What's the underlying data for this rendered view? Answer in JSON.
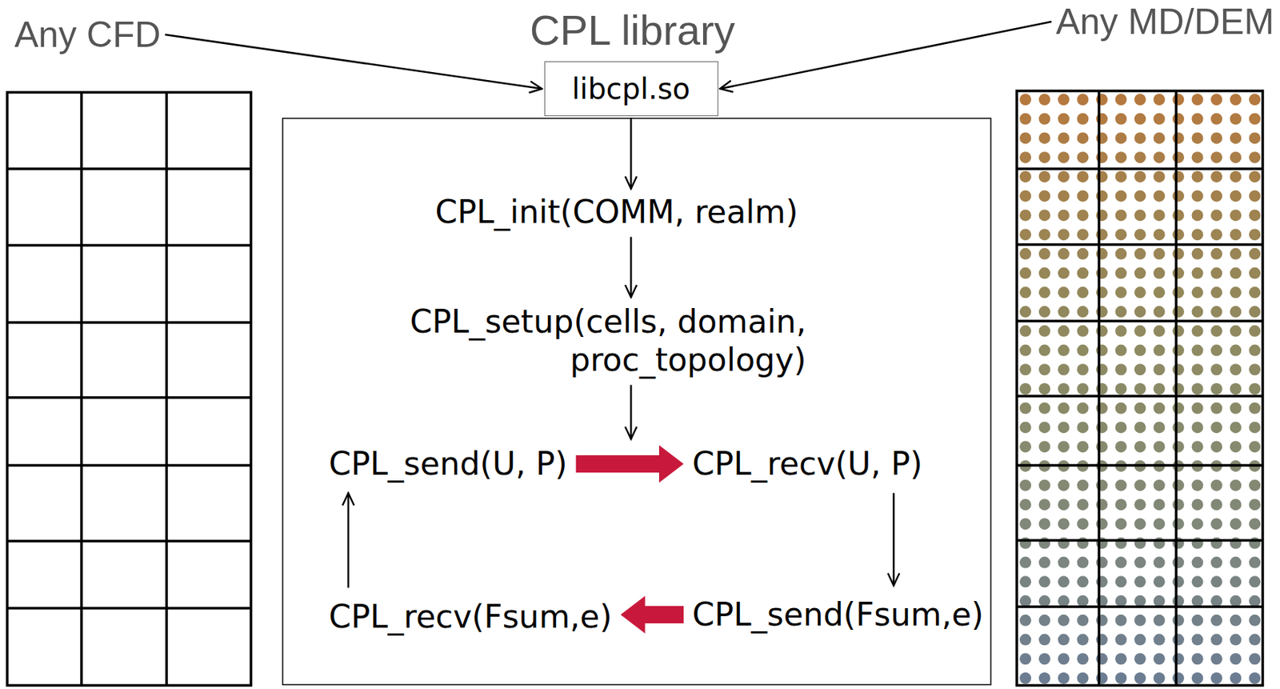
{
  "diagram": {
    "title": "CPL library",
    "nodes": [
      {
        "text": [
          "Any CFD"
        ]
      },
      {
        "text": [
          "libcpl.so"
        ]
      },
      {
        "text": [
          "Any MD/DEM"
        ]
      },
      {
        "text": [
          "CPL_init(COMM, realm)"
        ]
      },
      {
        "text": [
          "CPL_setup(cells, domain, proc_topology)"
        ]
      },
      {
        "text": [
          "CPL_send(U, P)"
        ]
      },
      {
        "text": [
          "CPL_recv(U, P)"
        ]
      },
      {
        "text": [
          "CPL_recv(Fsum,e)"
        ]
      },
      {
        "text": [
          "CPL_send(Fsum,e)"
        ]
      }
    ],
    "edges": [
      {
        "from": 0,
        "to": 1,
        "arrow": "to"
      },
      {
        "from": 2,
        "to": 1,
        "arrow": "to"
      },
      {
        "from": 1,
        "to": 3,
        "arrow": "to"
      },
      {
        "from": 3,
        "to": 4,
        "arrow": "to"
      },
      {
        "from": 4,
        "to": 5,
        "arrow": "to"
      },
      {
        "from": 5,
        "to": 6,
        "arrow": "to"
      },
      {
        "from": 6,
        "to": 8,
        "arrow": "to"
      },
      {
        "from": 8,
        "to": 7,
        "arrow": "to"
      },
      {
        "from": 7,
        "to": 5,
        "arrow": "to"
      }
    ]
  }
}
